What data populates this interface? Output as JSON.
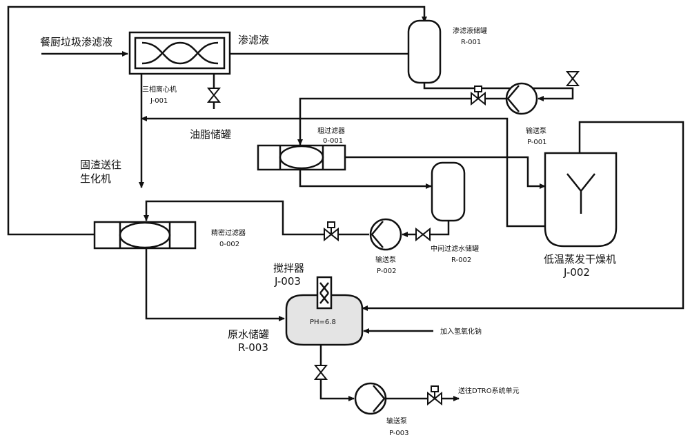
{
  "labels": {
    "kitchen_leachate": "餐厨垃圾渗滤液",
    "leachate": "渗滤液",
    "leachate_tank_name": "渗滤液储罐",
    "leachate_tank_code": "R-001",
    "centrifuge_name": "三相离心机",
    "centrifuge_code": "J-001",
    "oil_tank": "油脂储罐",
    "solid_line1": "固渣送往",
    "solid_line2": "生化机",
    "coarse_filter_name": "粗过滤器",
    "coarse_filter_code": "0-001",
    "pump1_name": "输送泵",
    "pump1_code": "P-001",
    "fine_filter_name": "精密过滤器",
    "fine_filter_code": "0-002",
    "mid_tank_name": "中间过滤水储罐",
    "mid_tank_code": "R-002",
    "pump2_name": "输送泵",
    "pump2_code": "P-002",
    "dryer_name": "低温蒸发干燥机",
    "dryer_code": "J-002",
    "mixer_name": "搅拌器",
    "mixer_code": "J-003",
    "raw_tank_name": "原水储罐",
    "raw_tank_code": "R-003",
    "ph": "PH=6.8",
    "add_naoh": "加入氢氧化钠",
    "to_dtro": "送往DTRO系统单元",
    "pump3_name": "输送泵",
    "pump3_code": "P-003"
  }
}
